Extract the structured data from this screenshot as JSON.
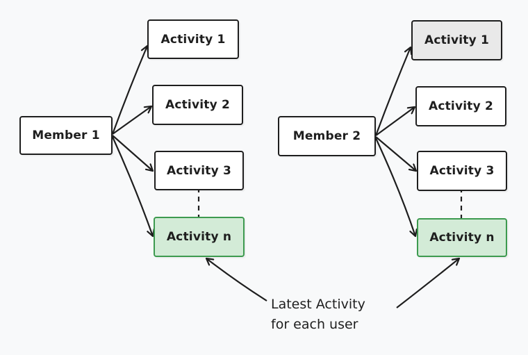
{
  "diagram": {
    "groups": [
      {
        "member_label": "Member 1",
        "activities": [
          "Activity 1",
          "Activity 2",
          "Activity 3"
        ],
        "latest_label": "Activity n"
      },
      {
        "member_label": "Member 2",
        "activities": [
          "Activity 1",
          "Activity 2",
          "Activity 3"
        ],
        "latest_label": "Activity n"
      }
    ],
    "caption_line1": "Latest Activity",
    "caption_line2": "for each user",
    "colors": {
      "stroke": "#1e1e1e",
      "latest_fill": "#d3ebd7",
      "latest_stroke": "#3d9a4f",
      "shaded_fill": "#e9e9e9",
      "background": "#f8f9fa"
    }
  }
}
